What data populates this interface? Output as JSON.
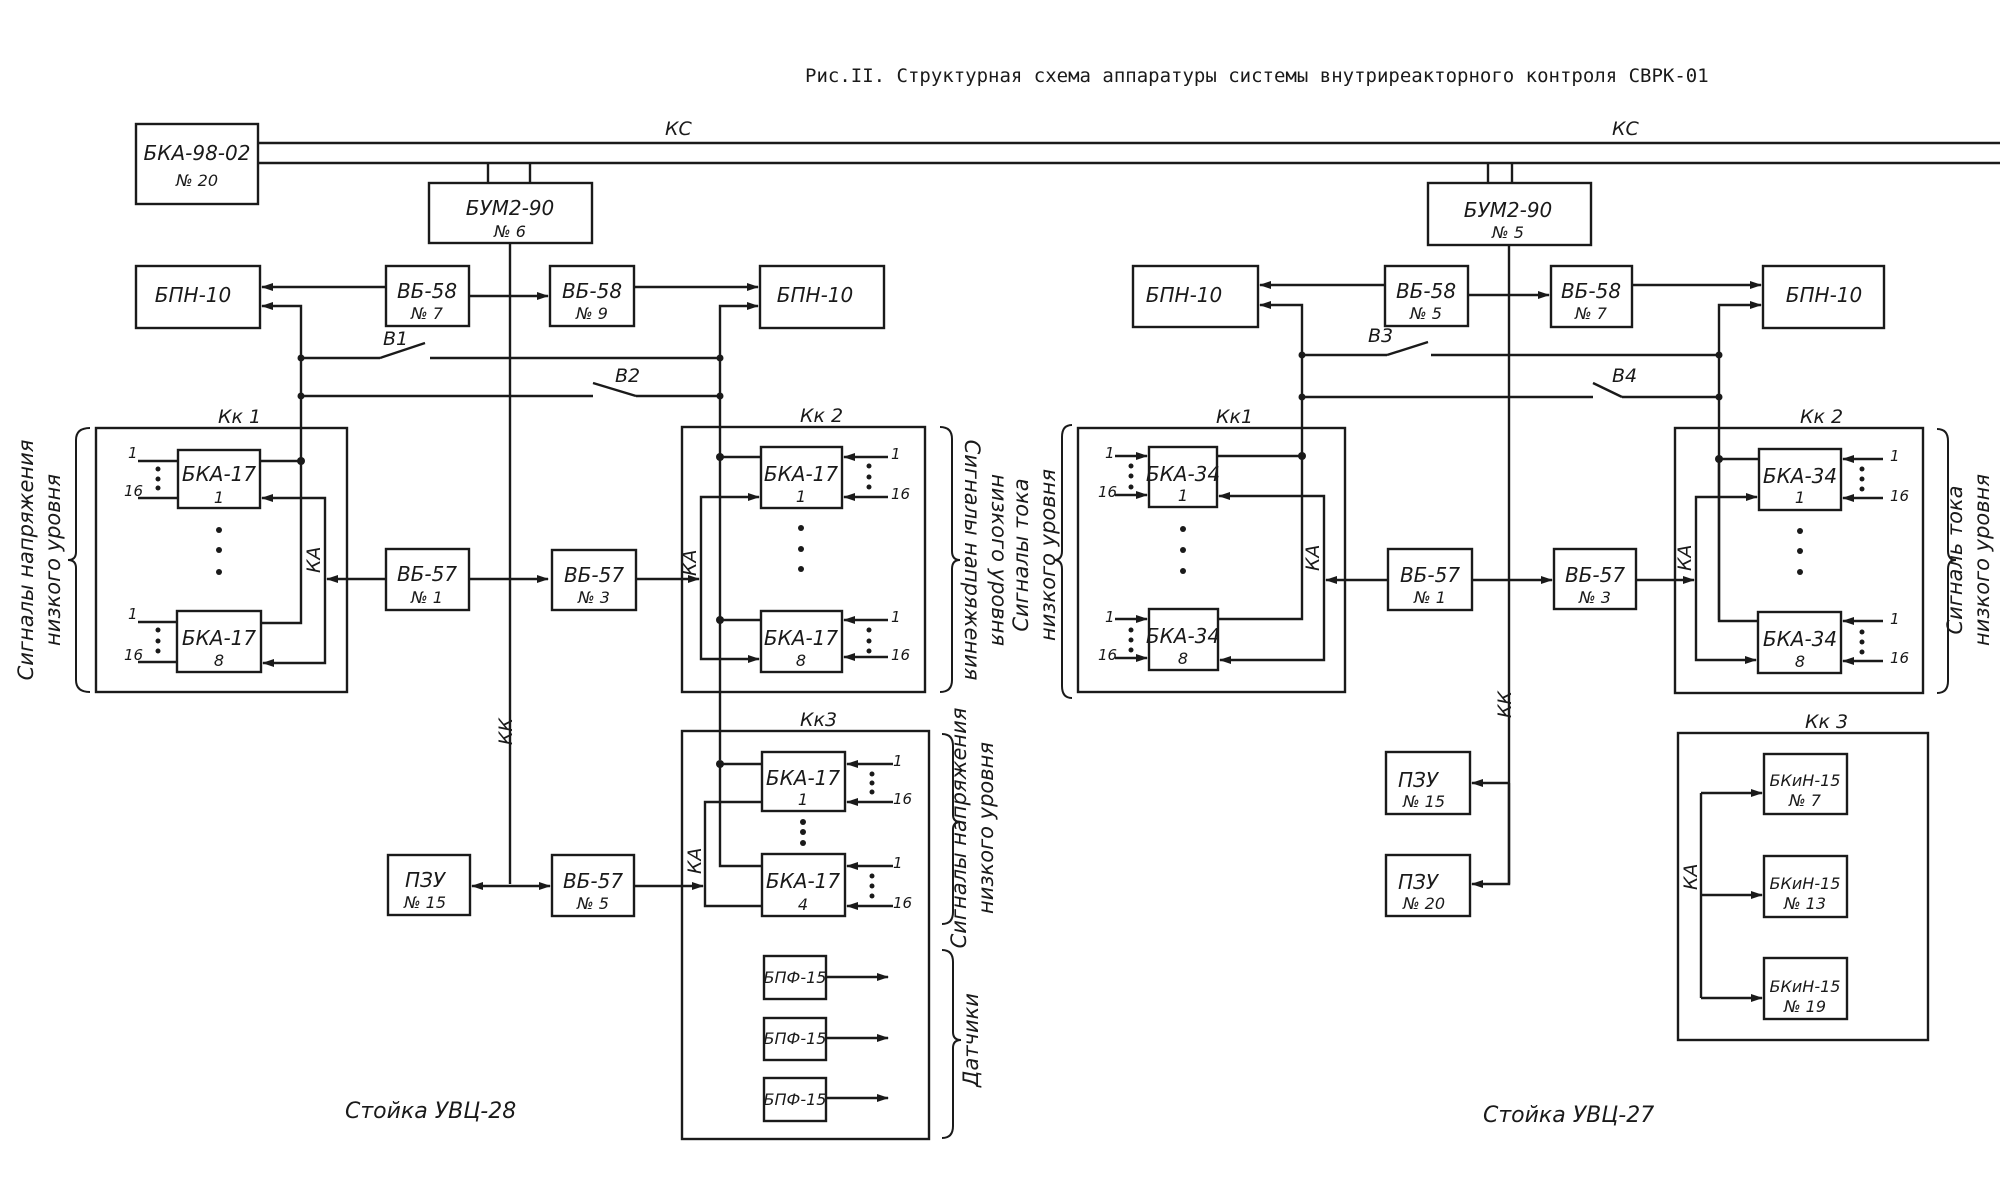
{
  "title": "Рис.II. Структурная схема аппаратуры системы внутриреакторного контроля СВРК-01",
  "bus_labels": {
    "kc_left": "КС",
    "kc_right": "КС",
    "kk": "КК",
    "ka": "КА"
  },
  "top_block": {
    "name": "БКА-98-02",
    "num": "№ 20"
  },
  "left_rack": {
    "footer": "Стойка  УВЦ-28",
    "bum": {
      "name": "БУМ2-90",
      "num": "№ 6"
    },
    "bpn_left": "БПН-10",
    "bpn_right": "БПН-10",
    "vb58_a": {
      "name": "ВБ-58",
      "num": "№ 7"
    },
    "vb58_b": {
      "name": "ВБ-58",
      "num": "№ 9"
    },
    "switch_1": "В1",
    "switch_2": "В2",
    "vb57_1": {
      "name": "ВБ-57",
      "num": "№ 1"
    },
    "vb57_3": {
      "name": "ВБ-57",
      "num": "№ 3"
    },
    "vb57_5": {
      "name": "ВБ-57",
      "num": "№ 5"
    },
    "pzu": {
      "name": "ПЗУ",
      "num": "№ 15"
    },
    "kk1": {
      "label": "Кк 1",
      "blocks": [
        {
          "name": "БКА-17",
          "num": "1"
        },
        {
          "name": "БКА-17",
          "num": "8"
        }
      ],
      "side_label_1": "Сигналы  напряжения",
      "side_label_2": "низкого  уровня"
    },
    "kk2": {
      "label": "Кк 2",
      "blocks": [
        {
          "name": "БКА-17",
          "num": "1"
        },
        {
          "name": "БКА-17",
          "num": "8"
        }
      ],
      "side_label_1": "Сигналы  напряжения",
      "side_label_2": "низкого  уровня"
    },
    "kk3": {
      "label": "Кк3",
      "blocks": [
        {
          "name": "БКА-17",
          "num": "1"
        },
        {
          "name": "БКА-17",
          "num": "4"
        }
      ],
      "side_label_1": "Сигналы  напряжения",
      "side_label_2": "низкого  уровня",
      "bpf": [
        "БПФ-15",
        "БПФ-15",
        "БПФ-15"
      ],
      "sensors_label": "Датчики"
    }
  },
  "right_rack": {
    "footer": "Стойка  УВЦ-27",
    "bum": {
      "name": "БУМ2-90",
      "num": "№ 5"
    },
    "bpn_left": "БПН-10",
    "bpn_right": "БПН-10",
    "vb58_a": {
      "name": "ВБ-58",
      "num": "№ 5"
    },
    "vb58_b": {
      "name": "ВБ-58",
      "num": "№ 7"
    },
    "switch_3": "В3",
    "switch_4": "В4",
    "vb57_1": {
      "name": "ВБ-57",
      "num": "№ 1"
    },
    "vb57_3": {
      "name": "ВБ-57",
      "num": "№ 3"
    },
    "pzu_a": {
      "name": "ПЗУ",
      "num": "№ 15"
    },
    "pzu_b": {
      "name": "ПЗУ",
      "num": "№ 20"
    },
    "kk1": {
      "label": "Кк1",
      "blocks": [
        {
          "name": "БКА-34",
          "num": "1"
        },
        {
          "name": "БКА-34",
          "num": "8"
        }
      ],
      "side_label_1": "Сигналы  тока",
      "side_label_2": "низкого  уровня"
    },
    "kk2": {
      "label": "Кк 2",
      "blocks": [
        {
          "name": "БКА-34",
          "num": "1"
        },
        {
          "name": "БКА-34",
          "num": "8"
        }
      ],
      "side_label_1": "Сигналь  тока",
      "side_label_2": "низкого  уровня"
    },
    "kk3": {
      "label": "Кк 3",
      "blocks": [
        {
          "name": "БКиН-15",
          "num": "№ 7"
        },
        {
          "name": "БКиН-15",
          "num": "№ 13"
        },
        {
          "name": "БКиН-15",
          "num": "№ 19"
        }
      ]
    }
  },
  "pins": {
    "first": "1",
    "last": "16"
  }
}
